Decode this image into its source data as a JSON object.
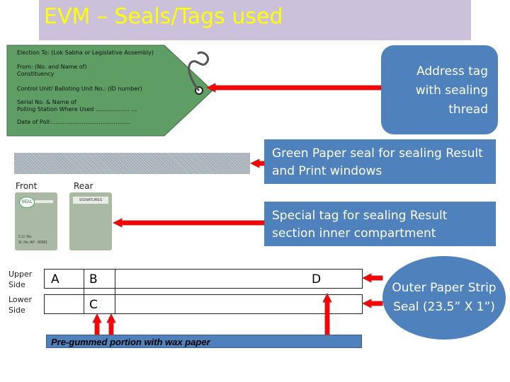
{
  "title": "EVM – Seals/Tags used",
  "address_tag": {
    "lines": [
      "Election To: (Lok Sabha or Legislative Assembly)",
      "From: (No. and Name of)",
      "Constituency",
      "Control Unit/ Balloting Unit No.: (ID number)",
      "Serial No. & Name of",
      "Polling Station Where Used ……………… …",
      "Date of Poll:……………………………………"
    ]
  },
  "callouts": {
    "address_tag": "Address tag with sealing thread",
    "green_seal": "Green Paper seal for sealing Result and Print windows",
    "special_tag": "Special tag for sealing Result section inner compartment",
    "outer_strip": "Outer Paper Strip Seal (23.5” X 1”)"
  },
  "special_tag": {
    "front_label": "Front",
    "rear_label": "Rear",
    "front_seal_text": "SEAL",
    "front_cu": "C.U. No.",
    "front_sl": "Sl. No. AP - 00001",
    "rear_title": "SIGNATURES"
  },
  "strip_seal": {
    "upper_side": "Upper Side",
    "lower_side": "Lower Side",
    "letter_a": "A",
    "letter_b": "B",
    "letter_c": "C",
    "letter_d": "D",
    "pregummed_label": "Pre-gummed portion with wax paper"
  },
  "colors": {
    "title_bg": "#ccc1da",
    "title_text": "#ffff00",
    "tag_green": "#5e9e64",
    "callout_blue": "#4f81bd",
    "arrow_red": "#ff0000",
    "arrow_border": "#b03030"
  }
}
